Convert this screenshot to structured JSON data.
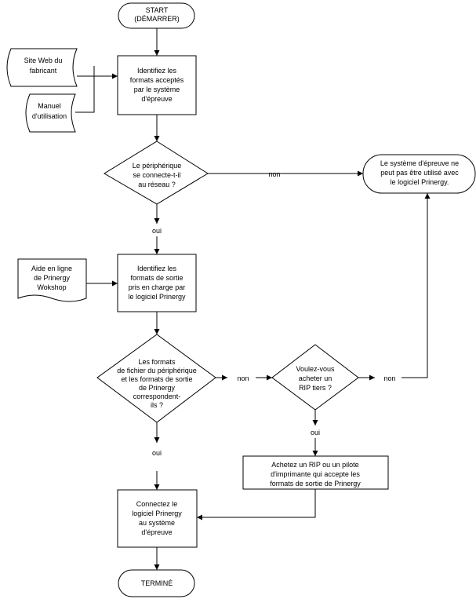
{
  "nodes": {
    "start": [
      "START",
      "(DÉMARRER)"
    ],
    "site_web": [
      "Site Web du",
      "fabricant"
    ],
    "manuel": [
      "Manuel",
      "d'utilisation"
    ],
    "identify_formats": [
      "Identifiez les",
      "formats acceptés",
      "par le système",
      "d'épreuve"
    ],
    "network_question": [
      "Le périphérique",
      "se connecte-t-il",
      "au réseau ?"
    ],
    "cannot_use": [
      "Le système d'épreuve ne",
      "peut pas être utilisé avec",
      "le logiciel Prinergy."
    ],
    "aide_en_ligne": [
      "Aide en ligne",
      "de Prinergy",
      "Wokshop"
    ],
    "identify_output": [
      "Identifiez les",
      "formats de sortie",
      "pris en charge par",
      "le logiciel Prinergy"
    ],
    "formats_match": [
      "Les formats",
      "de fichier du périphérique",
      "et les formats de sortie",
      "de Prinergy",
      "correspondent-",
      "ils ?"
    ],
    "buy_rip_question": [
      "Voulez-vous",
      "acheter un",
      "RIP tiers ?"
    ],
    "buy_rip": [
      "Achetez un RIP ou un pilote",
      "d'imprimante qui accepte les",
      "formats de sortie de Prinergy"
    ],
    "connect": [
      "Connectez le",
      "logiciel Prinergy",
      "au système",
      "d'épreuve"
    ],
    "end": [
      "TERMINÉ"
    ]
  },
  "edge_labels": {
    "non_1": "non",
    "oui_1": "oui",
    "non_2": "non",
    "non_3": "non",
    "oui_2": "oui",
    "oui_3": "oui"
  }
}
